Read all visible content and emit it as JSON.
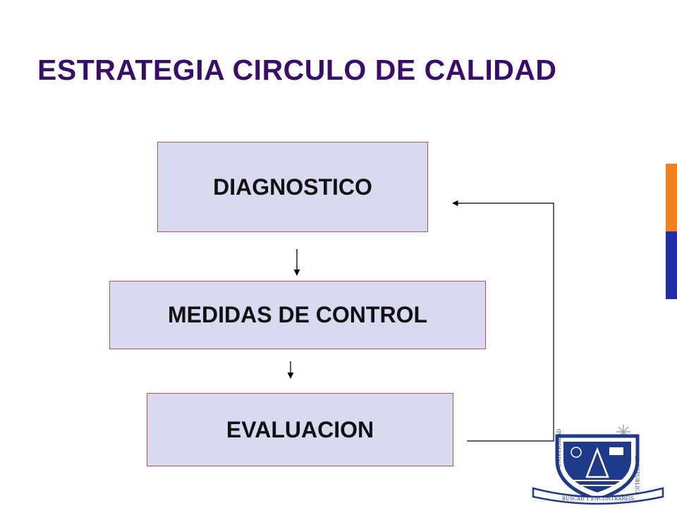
{
  "slide": {
    "title": "ESTRATEGIA CIRCULO DE CALIDAD",
    "title_color": "#3a0d6d"
  },
  "diagram": {
    "steps": [
      {
        "label": "DIAGNOSTICO"
      },
      {
        "label": "MEDIDAS DE CONTROL"
      },
      {
        "label": "EVALUACION"
      }
    ],
    "box_fill": "#d9d9ef",
    "box_border": "#c0504d"
  },
  "accent_bar": {
    "top_color": "#f07f1e",
    "bottom_color": "#1f2fa3"
  },
  "logo": {
    "text_left": "UNIVERSIDAD",
    "text_right": "LA REPUBLICA",
    "motto": "BUSCAD Y ENCONTRAREIS"
  }
}
